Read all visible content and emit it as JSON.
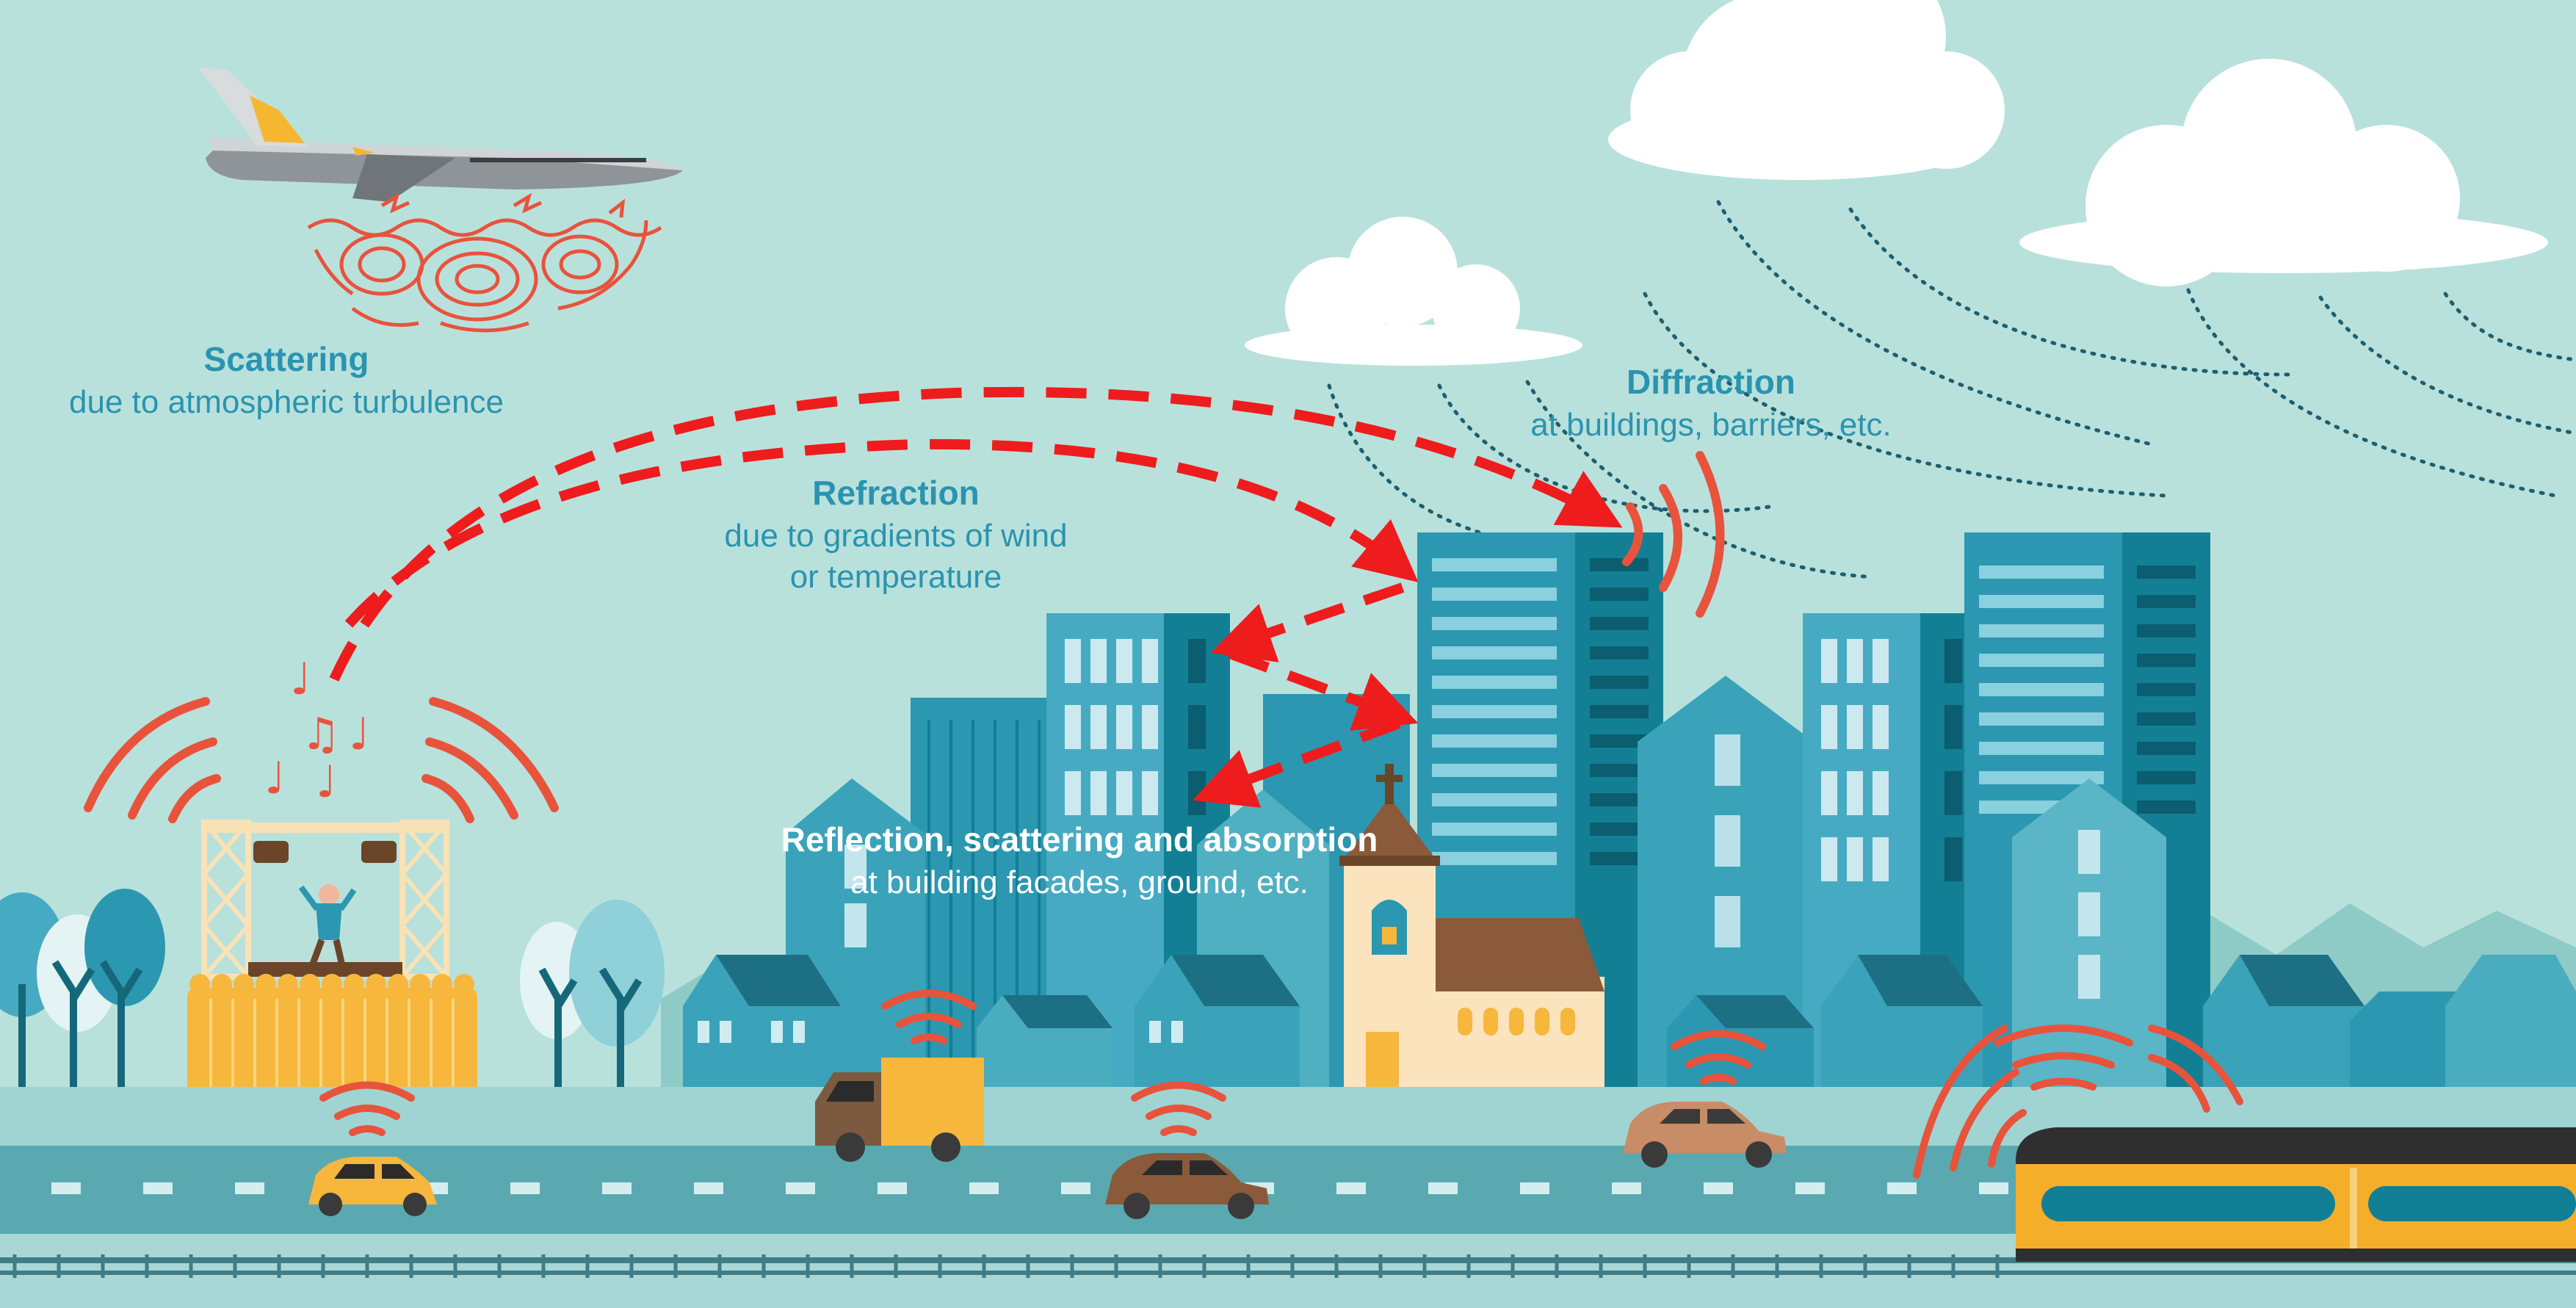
{
  "labels": {
    "scattering": {
      "title": "Scattering",
      "subtitle": "due to atmospheric turbulence"
    },
    "refraction": {
      "title": "Refraction",
      "subtitle_line1": "due to gradients of wind",
      "subtitle_line2": "or temperature"
    },
    "diffraction": {
      "title": "Diffraction",
      "subtitle": "at buildings, barriers, etc."
    },
    "reflection": {
      "title": "Reflection, scattering and absorption",
      "subtitle": "at building facades, ground, etc."
    }
  },
  "colors": {
    "sky": "#b9e1dc",
    "wave_red": "#e8533c",
    "ray_red": "#ee1c1c",
    "label_blue": "#2a94b0",
    "building_teal": "#2c97b0",
    "building_dark": "#117f96",
    "road": "#5aa9b1",
    "crowd_yellow": "#f6b73c",
    "train_yellow": "#f4ae2a"
  },
  "icons": [
    "airplane-icon",
    "cloud-icon",
    "music-note-icon",
    "stage-icon",
    "crowd-icon",
    "church-icon",
    "car-icon",
    "truck-icon",
    "train-icon",
    "tree-icon",
    "house-icon"
  ]
}
